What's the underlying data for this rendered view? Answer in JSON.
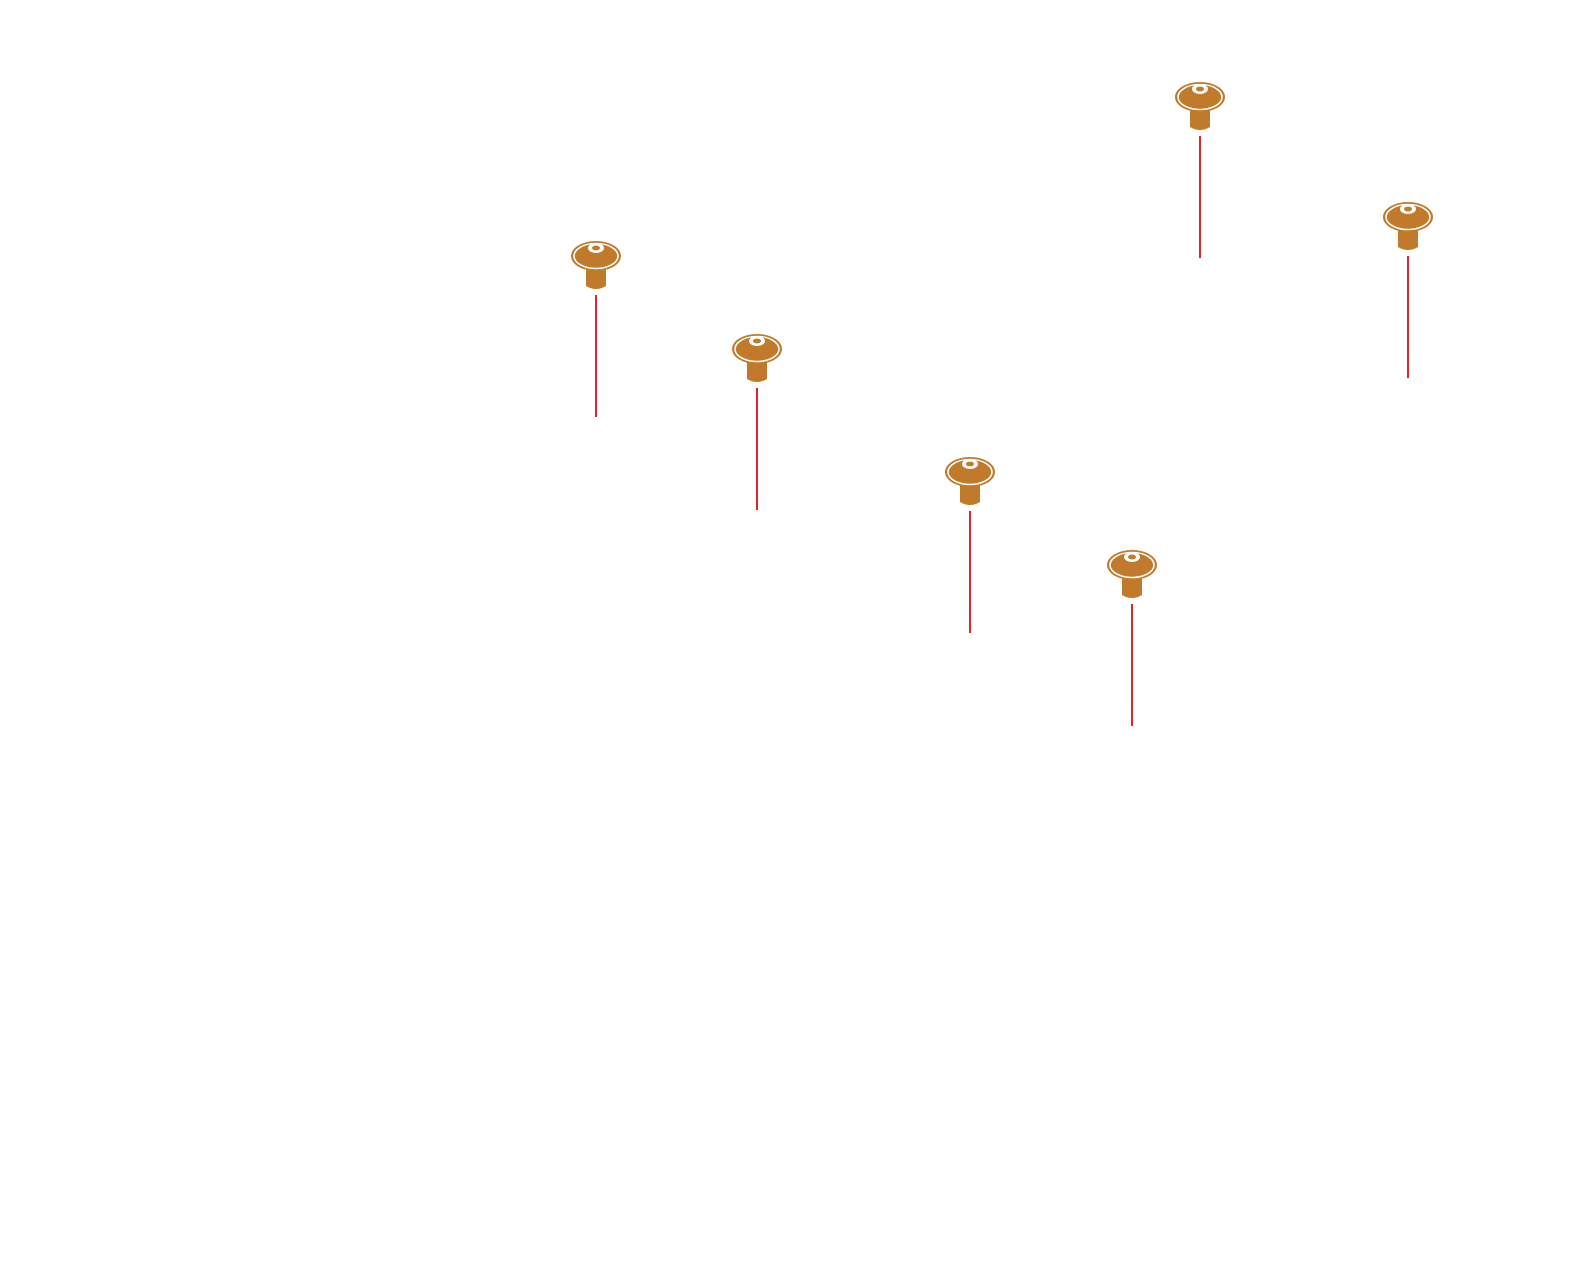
{
  "diagram": {
    "kind": "exploded-view screw callouts",
    "screw_count": 6,
    "colors": {
      "background": "#ffffff",
      "screw": "#c17a2c",
      "screw_highlight": "#ffffff",
      "guide_line": "#e32329"
    },
    "icons": {
      "screw": "button-head-hex-socket-screw-icon",
      "guide": "red-guide-line"
    },
    "screws": [
      {
        "id": "screw-1",
        "icon": "screw-icon"
      },
      {
        "id": "screw-2",
        "icon": "screw-icon"
      },
      {
        "id": "screw-3",
        "icon": "screw-icon"
      },
      {
        "id": "screw-4",
        "icon": "screw-icon"
      },
      {
        "id": "screw-5",
        "icon": "screw-icon"
      },
      {
        "id": "screw-6",
        "icon": "screw-icon"
      }
    ]
  }
}
